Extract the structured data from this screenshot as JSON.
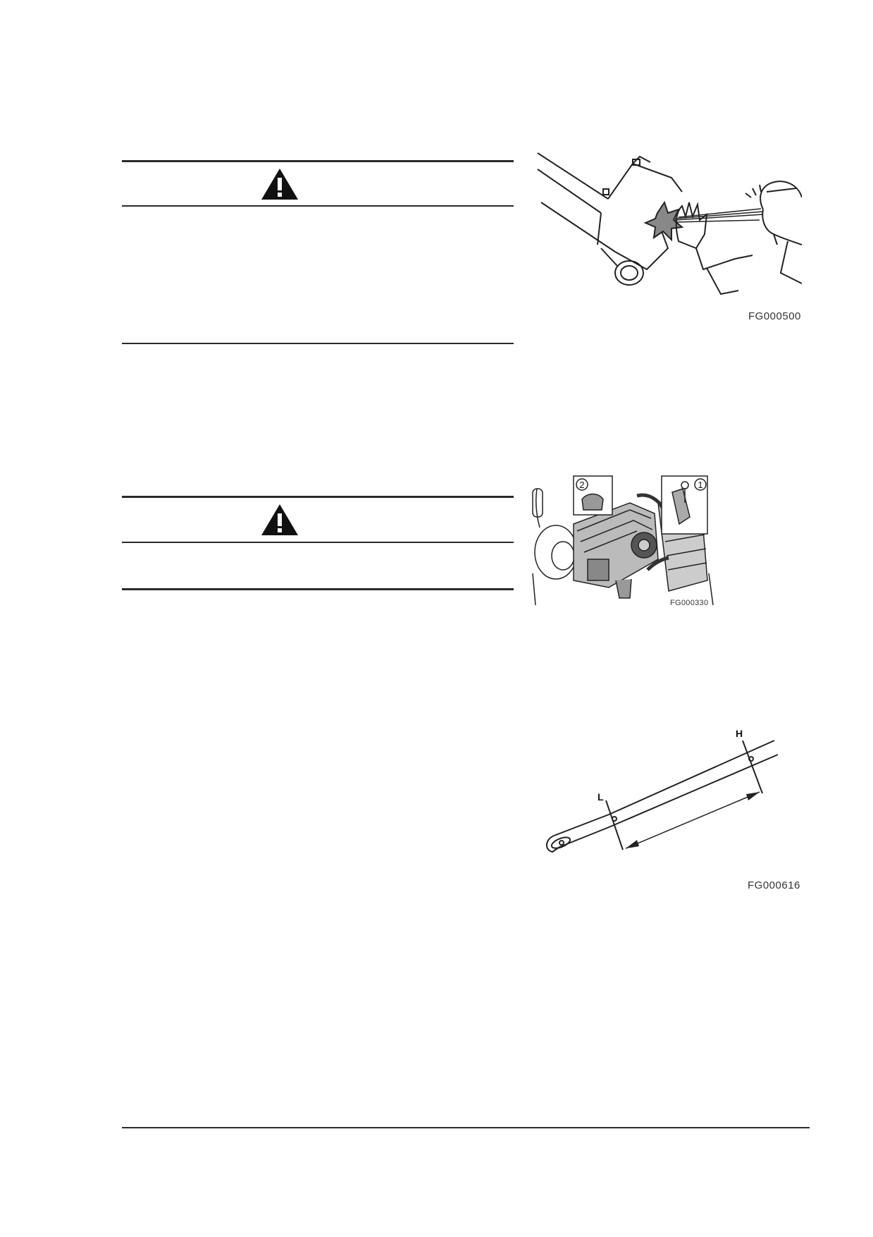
{
  "warning_box_1": {
    "icon": "warning-triangle-icon"
  },
  "warning_box_2": {
    "icon": "warning-triangle-icon"
  },
  "figures": {
    "fig1_code": "FG000500",
    "fig2_code": "FG000330",
    "fig2_callouts": [
      "2",
      "1"
    ],
    "fig3_code": "FG000616",
    "fig3_labels": {
      "low": "L",
      "high": "H"
    }
  }
}
